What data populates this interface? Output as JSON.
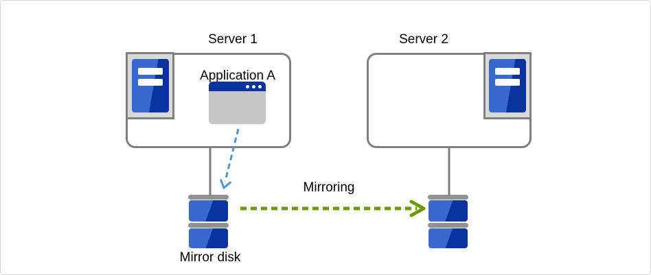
{
  "diagram": {
    "server1": {
      "label": "Server 1",
      "app_label": "Application A"
    },
    "server2": {
      "label": "Server 2"
    },
    "mirroring_label": "Mirroring",
    "mirror_disk_label": "Mirror disk"
  },
  "icons": {
    "server1_icon": "server-tower-icon",
    "server2_icon": "server-tower-icon",
    "app_window_icon": "application-window-icon",
    "left_disk_icon": "disk-stack-icon",
    "right_disk_icon": "disk-stack-icon",
    "write_arrow": "blue-dashed-arrow",
    "mirroring_arrow": "green-dashed-arrow"
  },
  "colors": {
    "server_box_border": "#7F7F7F",
    "icon_box_fill": "#D9D9D9",
    "server_blue_light": "#3869CF",
    "server_blue_dark": "#0A33A0",
    "window_body": "#C6C6C6",
    "disk_cap": "#919191",
    "connector": "#7F7F7F",
    "mirroring_arrow": "#6A9B00",
    "write_arrow": "#4E95D9",
    "text": "#000000",
    "page_border": "#D5D5D5",
    "background": "#FFFFFF"
  }
}
